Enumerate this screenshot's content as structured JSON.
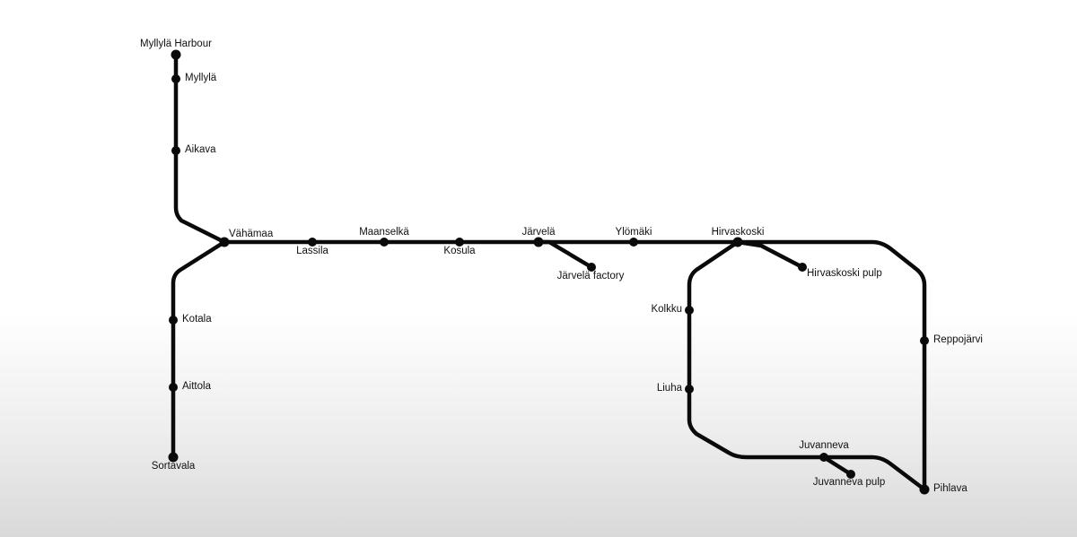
{
  "map": {
    "stations": {
      "myllyla_harbour": "Myllylä Harbour",
      "myllyla": "Myllylä",
      "aikava": "Aikava",
      "vahamaa": "Vähämaa",
      "lassila": "Lassila",
      "maanselka": "Maanselkä",
      "kosula": "Kosula",
      "jarvela": "Järvelä",
      "jarvela_factory": "Järvelä factory",
      "ylomaki": "Ylömäki",
      "hirvaskoski": "Hirvaskoski",
      "hirvaskoski_pulp": "Hirvaskoski pulp",
      "kolkku": "Kolkku",
      "liuha": "Liuha",
      "reppojarvi": "Reppojärvi",
      "juvanneva": "Juvanneva",
      "juvanneva_pulp": "Juvanneva pulp",
      "pihlava": "Pihlava",
      "kotala": "Kotala",
      "aittola": "Aittola",
      "sortavala": "Sortavala"
    },
    "line_color": "#0a0a0a"
  }
}
